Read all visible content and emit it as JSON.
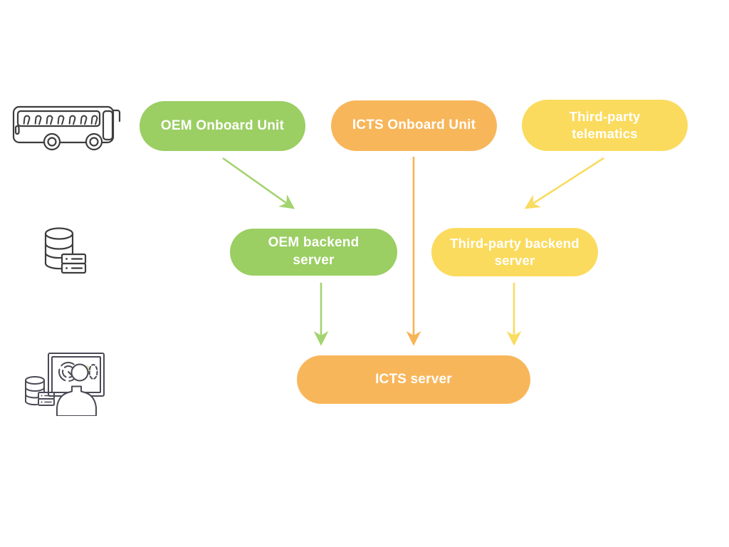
{
  "diagram": {
    "background": "#ffffff",
    "colors": {
      "green": "#9BCE63",
      "orange": "#F8B65A",
      "yellow": "#FBDB5E",
      "arrow_green": "#A3D46F",
      "arrow_orange": "#F7B457",
      "arrow_yellow": "#F9DC60",
      "icon_stroke": "#3D3D3D",
      "text": "#FFFFFF"
    },
    "nodes": [
      {
        "id": "oem-onboard-unit",
        "label": "OEM Onboard Unit",
        "color": "green"
      },
      {
        "id": "icts-onboard-unit",
        "label": "ICTS Onboard Unit",
        "color": "orange"
      },
      {
        "id": "third-party-telematics",
        "label": "Third-party telematics",
        "color": "yellow"
      },
      {
        "id": "oem-backend-server",
        "label": "OEM backend server",
        "color": "green"
      },
      {
        "id": "third-party-backend-server",
        "label": "Third-party backend server",
        "color": "yellow"
      },
      {
        "id": "icts-server",
        "label": "ICTS server",
        "color": "orange"
      }
    ],
    "edges": [
      {
        "from": "oem-onboard-unit",
        "to": "oem-backend-server",
        "color": "arrow_green"
      },
      {
        "from": "icts-onboard-unit",
        "to": "icts-server",
        "color": "arrow_orange"
      },
      {
        "from": "third-party-telematics",
        "to": "third-party-backend-server",
        "color": "arrow_yellow"
      },
      {
        "from": "oem-backend-server",
        "to": "icts-server",
        "color": "arrow_green"
      },
      {
        "from": "third-party-backend-server",
        "to": "icts-server",
        "color": "arrow_yellow"
      }
    ],
    "icons": [
      {
        "name": "bus-icon",
        "meaning": "vehicle (bus)"
      },
      {
        "name": "database-icon",
        "meaning": "backend database/server"
      },
      {
        "name": "analyst-monitor-icon",
        "meaning": "operator viewing dashboard"
      }
    ]
  }
}
